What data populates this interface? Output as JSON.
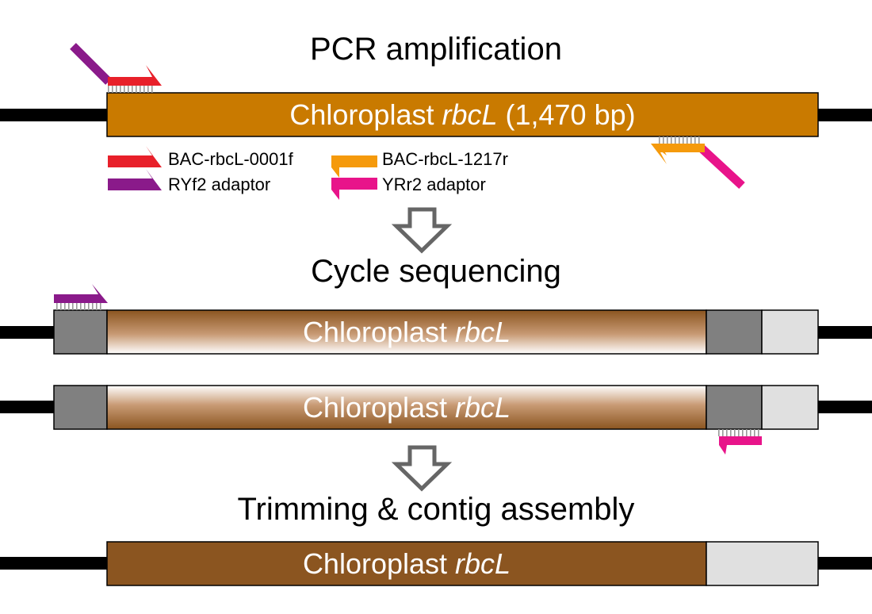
{
  "steps": {
    "pcr": "PCR amplification",
    "cycle": "Cycle sequencing",
    "trim": "Trimming & contig assembly"
  },
  "bars": {
    "pcr_label_main": "Chloroplast ",
    "pcr_label_italic": "rbcL",
    "pcr_label_suffix": " (1,470 bp)",
    "seq_label_main": "Chloroplast ",
    "seq_label_italic": "rbcL"
  },
  "legend": {
    "primer_f": "BAC-rbcL-0001f",
    "adaptor_f": "RYf2 adaptor",
    "primer_r": "BAC-rbcL-1217r",
    "adaptor_r": "YRr2 adaptor"
  },
  "colors": {
    "primer_f": "#e8202a",
    "adaptor_f": "#8a1a8a",
    "primer_r": "#f59a0c",
    "adaptor_r": "#e8148a",
    "amplicon": "#c97a00",
    "sequence_read": "#8b5520",
    "adaptor_region": "#808080",
    "unread_region": "#e0e0e0",
    "arrow": "#666666"
  }
}
